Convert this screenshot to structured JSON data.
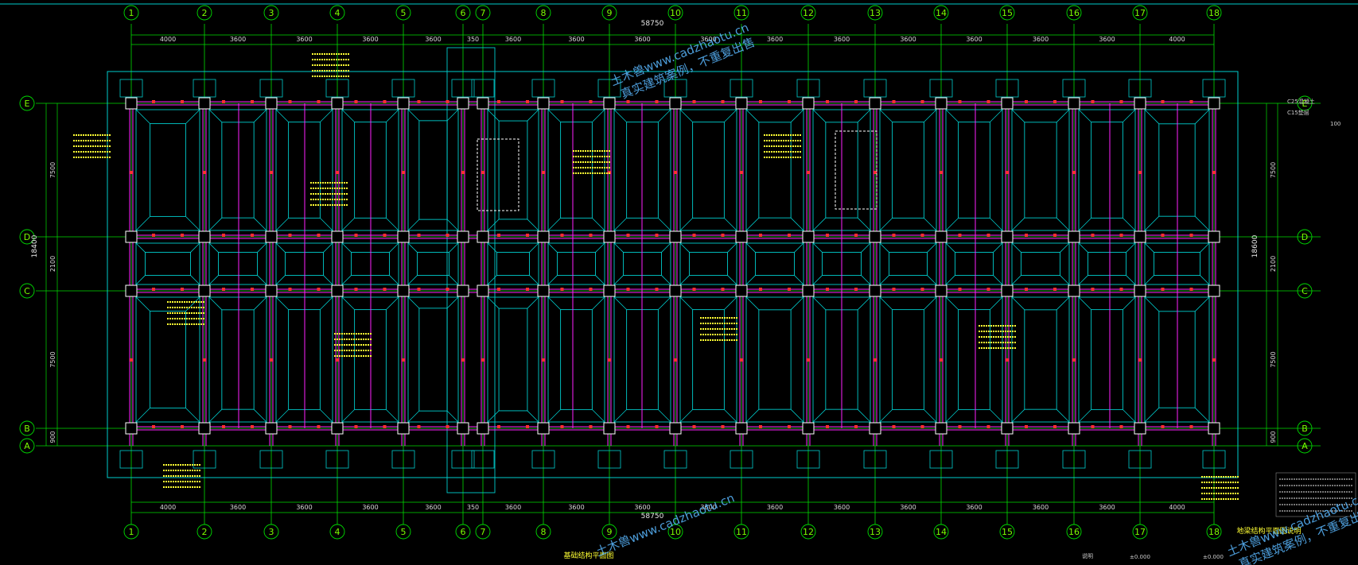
{
  "drawing": {
    "title": "基础结构平面图",
    "watermark_line1": "土木兽www.cadzhaotu.cn",
    "watermark_line2": "真实建筑案例，不重复出售",
    "watermark_small_line1": "土木兽www.cadzhaotu.cn",
    "watermark_small_line2": "真实建筑案例，不重复出售",
    "total_length_top": "58750",
    "total_length_bottom": "58750",
    "total_depth_left": "18400",
    "total_depth_right": "18600",
    "col_axes": [
      "1",
      "2",
      "3",
      "4",
      "5",
      "6",
      "7",
      "8",
      "9",
      "10",
      "11",
      "12",
      "13",
      "14",
      "15",
      "16",
      "17",
      "18"
    ],
    "row_axes": [
      "E",
      "D",
      "C",
      "B",
      "A"
    ],
    "bay_dims": [
      "4000",
      "3600",
      "3600",
      "3600",
      "3600",
      "350",
      "3600",
      "3600",
      "3600",
      "3600",
      "3600",
      "3600",
      "3600",
      "3600",
      "3600",
      "3600",
      "4000"
    ],
    "row_dims_left": [
      "7500",
      "2100",
      "7500",
      "900"
    ],
    "row_dims_right": [
      "7500",
      "2100",
      "7500",
      "900"
    ],
    "elev_label_1": "±0.000",
    "elev_label_2": "±0.000",
    "notes_right": [
      "C25混凝土",
      "C15垫层"
    ],
    "label_100": "100",
    "legend_title": "说明",
    "legend_note": "地梁结构平面图说明"
  },
  "colors": {
    "background": "#000000",
    "axis": "#00DD00",
    "foundation": "#00CCCC",
    "beam_magenta": "#FF22FF",
    "beam_red": "#FF3030",
    "column": "#FFFFFF",
    "annotation": "#FFFF33",
    "watermark": "#5AB8FF"
  }
}
